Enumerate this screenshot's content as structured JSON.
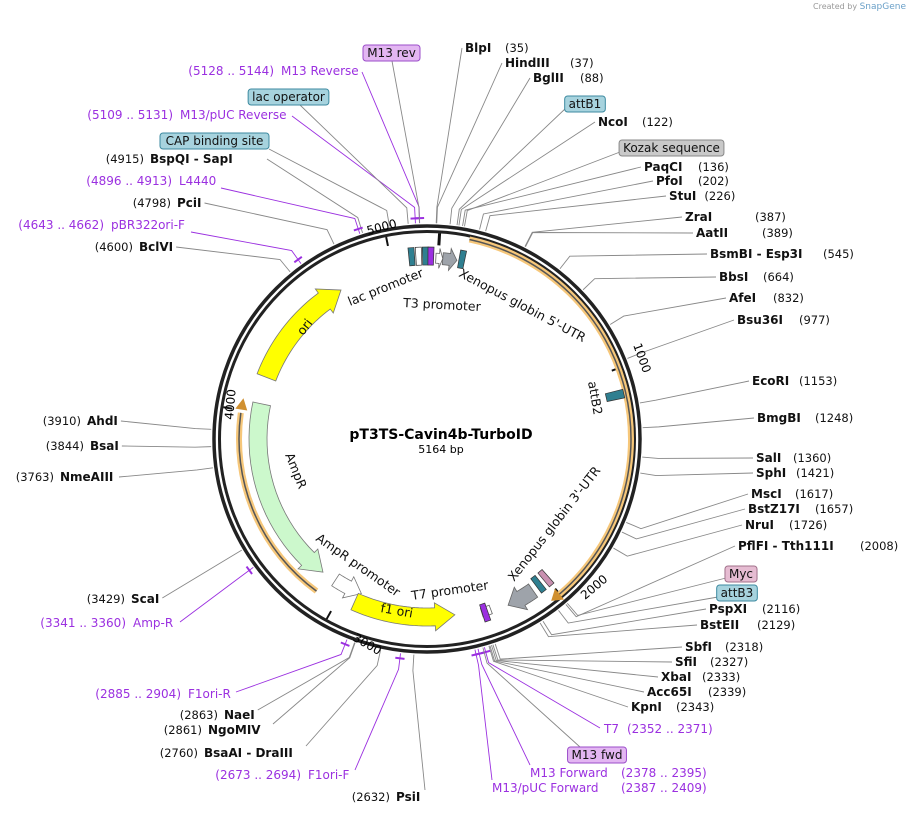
{
  "credit": {
    "prefix": "Created by",
    "brand": "SnapGene"
  },
  "plasmid": {
    "name": "pT3TS-Cavin4b-TurboID",
    "length_label": "5164 bp",
    "length": 5164
  },
  "ticks": [
    "1000",
    "2000",
    "3000",
    "4000",
    "5000"
  ],
  "enzymes": [
    {
      "name": "BlpI",
      "num": "(35)",
      "pos": 35
    },
    {
      "name": "HindIII",
      "num": "(37)",
      "pos": 37
    },
    {
      "name": "BglII",
      "num": "(88)",
      "pos": 88
    },
    {
      "name": "NcoI",
      "num": "(122)",
      "pos": 122
    },
    {
      "name": "PaqCI",
      "num": "(136)",
      "pos": 136
    },
    {
      "name": "PfoI",
      "num": "(202)",
      "pos": 202
    },
    {
      "name": "StuI",
      "num": "(226)",
      "pos": 226
    },
    {
      "name": "ZraI",
      "num": "(387)",
      "pos": 387
    },
    {
      "name": "AatII",
      "num": "(389)",
      "pos": 389
    },
    {
      "name": "BsmBI  -  Esp3I",
      "num": "(545)",
      "pos": 545
    },
    {
      "name": "BbsI",
      "num": "(664)",
      "pos": 664
    },
    {
      "name": "AfeI",
      "num": "(832)",
      "pos": 832
    },
    {
      "name": "Bsu36I",
      "num": "(977)",
      "pos": 977
    },
    {
      "name": "EcoRI",
      "num": "(1153)",
      "pos": 1153
    },
    {
      "name": "BmgBI",
      "num": "(1248)",
      "pos": 1248
    },
    {
      "name": "SalI",
      "num": "(1360)",
      "pos": 1360
    },
    {
      "name": "SphI",
      "num": "(1421)",
      "pos": 1421
    },
    {
      "name": "MscI",
      "num": "(1617)",
      "pos": 1617
    },
    {
      "name": "BstZ17I",
      "num": "(1657)",
      "pos": 1657
    },
    {
      "name": "NruI",
      "num": "(1726)",
      "pos": 1726
    },
    {
      "name": "PflFI  -  Tth111I",
      "num": "(2008)",
      "pos": 2008
    },
    {
      "name": "PspXI",
      "num": "(2116)",
      "pos": 2116
    },
    {
      "name": "BstEII",
      "num": "(2129)",
      "pos": 2129
    },
    {
      "name": "SbfI",
      "num": "(2318)",
      "pos": 2318
    },
    {
      "name": "SfiI",
      "num": "(2327)",
      "pos": 2327
    },
    {
      "name": "XbaI",
      "num": "(2333)",
      "pos": 2333
    },
    {
      "name": "Acc65I",
      "num": "(2339)",
      "pos": 2339
    },
    {
      "name": "KpnI",
      "num": "(2343)",
      "pos": 2343
    },
    {
      "name": "PsiI",
      "num": "(2632)",
      "pos": 2632
    },
    {
      "name": "BsaAI  -  DraIII",
      "num": "(2760)",
      "pos": 2760
    },
    {
      "name": "NgoMIV",
      "num": "(2861)",
      "pos": 2861
    },
    {
      "name": "NaeI",
      "num": "(2863)",
      "pos": 2863
    },
    {
      "name": "ScaI",
      "num": "(3429)",
      "pos": 3429
    },
    {
      "name": "NmeAIII",
      "num": "(3763)",
      "pos": 3763
    },
    {
      "name": "BsaI",
      "num": "(3844)",
      "pos": 3844
    },
    {
      "name": "AhdI",
      "num": "(3910)",
      "pos": 3910
    },
    {
      "name": "BclVI",
      "num": "(4600)",
      "pos": 4600
    },
    {
      "name": "PciI",
      "num": "(4798)",
      "pos": 4798
    },
    {
      "name": "BspQI  -  SapI",
      "num": "(4915)",
      "pos": 4915
    }
  ],
  "primers": [
    {
      "name": "M13 Reverse",
      "range": "(5128 .. 5144)",
      "pos": 5136
    },
    {
      "name": "M13/pUC Reverse",
      "range": "(5109 .. 5131)",
      "pos": 5120
    },
    {
      "name": "L4440",
      "range": "(4896 .. 4913)",
      "pos": 4904
    },
    {
      "name": "pBR322ori-F",
      "range": "(4643 .. 4662)",
      "pos": 4652
    },
    {
      "name": "Amp-R",
      "range": "(3341 .. 3360)",
      "pos": 3350
    },
    {
      "name": "F1ori-R",
      "range": "(2885 .. 2904)",
      "pos": 2894
    },
    {
      "name": "F1ori-F",
      "range": "(2673 .. 2694)",
      "pos": 2683
    },
    {
      "name": "T7",
      "range": "(2352 .. 2371)",
      "pos": 2361
    },
    {
      "name": "M13 Forward",
      "range": "(2378 .. 2395)",
      "pos": 2386
    },
    {
      "name": "M13/pUC Forward",
      "range": "(2387 .. 2409)",
      "pos": 2398
    }
  ],
  "boxed_features": [
    {
      "name": "M13 rev",
      "color": "#e3b6f2",
      "border": "#9b4dca"
    },
    {
      "name": "lac operator",
      "color": "#a7d3de",
      "border": "#3c8aa0"
    },
    {
      "name": "attB1",
      "color": "#a7d3de",
      "border": "#3c8aa0"
    },
    {
      "name": "Kozak sequence",
      "color": "#c9c9c9",
      "border": "#888888"
    },
    {
      "name": "CAP binding site",
      "color": "#a7d3de",
      "border": "#3c8aa0"
    },
    {
      "name": "Myc",
      "color": "#e6bcd2",
      "border": "#a0708a"
    },
    {
      "name": "attB3",
      "color": "#a7d3de",
      "border": "#3c8aa0"
    },
    {
      "name": "M13 fwd",
      "color": "#e3b6f2",
      "border": "#9b4dca"
    }
  ],
  "features": [
    {
      "name": "lac promoter"
    },
    {
      "name": "T3 promoter"
    },
    {
      "name": "Xenopus globin 5'-UTR"
    },
    {
      "name": "ori",
      "color": "#ffff00"
    },
    {
      "name": "attB2",
      "color": "#2f7f90"
    },
    {
      "name": "AmpR",
      "color": "#ccf8cc"
    },
    {
      "name": "AmpR promoter",
      "color": "#ffffff"
    },
    {
      "name": "f1 ori",
      "color": "#ffff00"
    },
    {
      "name": "T7 promoter",
      "color": "#9b30e0"
    },
    {
      "name": "Xenopus globin 3'-UTR",
      "color": "#9ea3aa"
    }
  ],
  "colors": {
    "ring": "#222222",
    "primer": "#9b30e0",
    "highlight": "#f6c77a",
    "line": "#888888"
  }
}
